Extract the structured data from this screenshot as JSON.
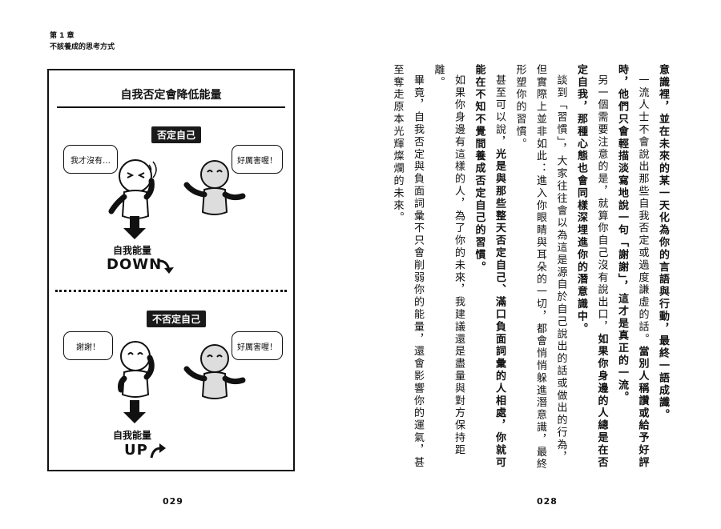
{
  "header": {
    "chapter": "第 1 章",
    "chapter_title": "不該養成的思考方式"
  },
  "left_page": {
    "page_number": "029",
    "illustration": {
      "title": "自我否定會降低能量",
      "top": {
        "tag": "否定自己",
        "bubble_left": "我才沒有…",
        "bubble_right": "好厲害喔！",
        "energy_label": "自我能量",
        "energy_state": "DOWN"
      },
      "bottom": {
        "tag": "不否定自己",
        "bubble_left": "謝謝！",
        "bubble_right": "好厲害喔！",
        "energy_label": "自我能量",
        "energy_state": "UP"
      }
    }
  },
  "right_page": {
    "page_number": "028",
    "p1": {
      "s1": "意識裡，並在未來的某一天化為你的言語與行動，最終一語成讖。"
    },
    "p2": {
      "s1": "一流人士不會說出那些自我否定或過度謙虛的話。",
      "s2": "當別人稱讚或給予好評時，他們只會輕描淡寫地說一句「謝謝」，這才是真正的一流。"
    },
    "p3": {
      "s1": "另一個需要注意的是，就算你自己沒有說出口，",
      "s2": "如果你身邊的人總是在否定自我，那種心態也會同樣深埋進你的潛意識中。"
    },
    "p4": {
      "s1": "談到「習慣」，大家往往會以為這是源自於自己說出的話或做出的行為，但實際上並非如此：進入你眼睛與耳朵的一切，都會悄悄躲進潛意識，最終形塑你的習慣。"
    },
    "p5": {
      "s1": "甚至可以說，",
      "s2": "光是與那些整天否定自己、滿口負面詞彙的人相處，你就可能在不知不覺間養成否定自己的習慣。"
    },
    "p6": {
      "s1": "如果你身邊有這樣的人，為了你的未來，我建議還是盡量與對方保持距離。"
    },
    "p7": {
      "s1": "畢竟，自我否定與負面詞彙不只會削弱你的能量，還會影響你的運氣，甚至奪走原本光輝燦爛的未來。"
    }
  }
}
